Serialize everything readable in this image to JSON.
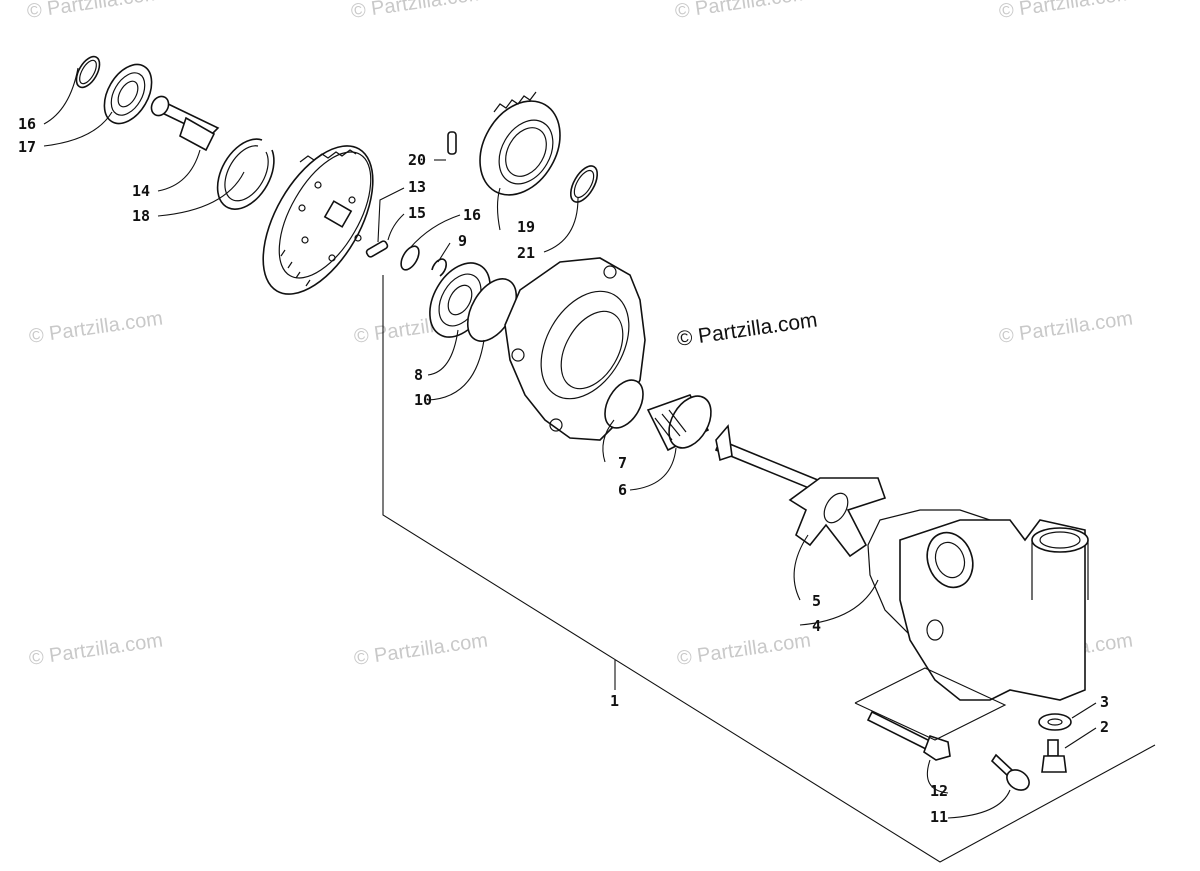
{
  "diagram": {
    "main_watermark": "© Partzilla.com",
    "faded_watermark": "© Partzilla.com",
    "callouts": {
      "p1": "1",
      "p2": "2",
      "p3": "3",
      "p4": "4",
      "p5": "5",
      "p6": "6",
      "p7": "7",
      "p8": "8",
      "p9": "9",
      "p10": "10",
      "p11": "11",
      "p12": "12",
      "p13": "13",
      "p14": "14",
      "p15": "15",
      "p16a": "16",
      "p16b": "16",
      "p17": "17",
      "p18": "18",
      "p19": "19",
      "p20": "20",
      "p21": "21"
    }
  }
}
